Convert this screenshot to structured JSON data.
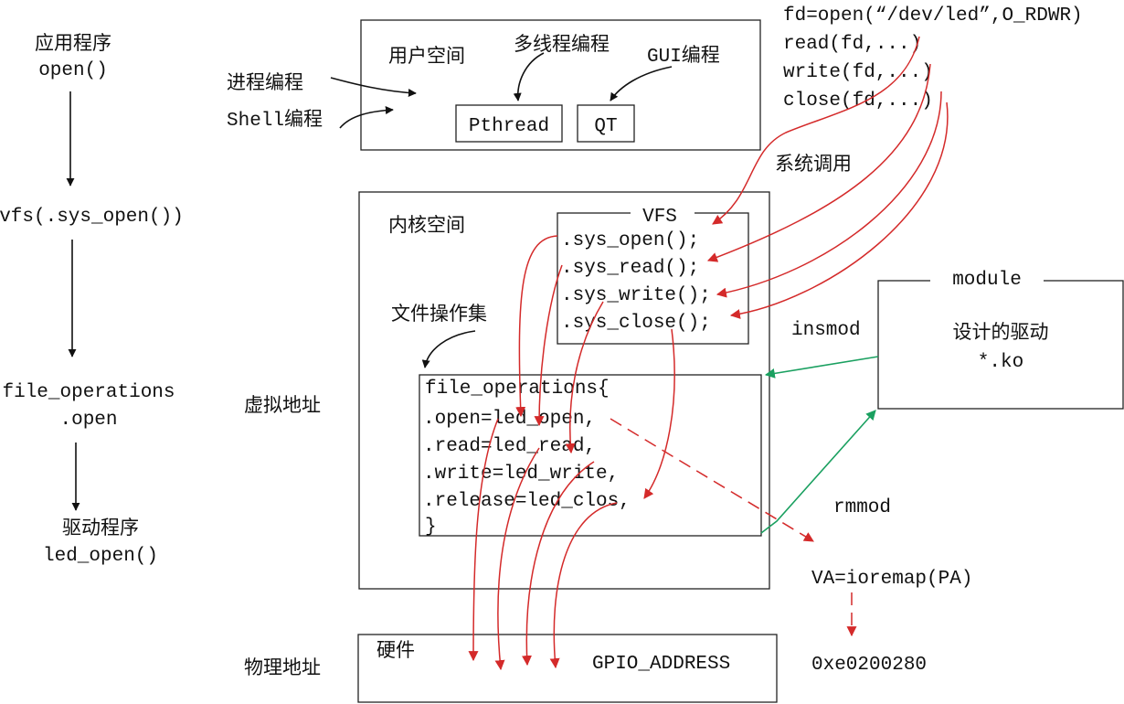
{
  "flow": {
    "app": "应用程序",
    "app_call": "open()",
    "vfs": "vfs(.sys_open())",
    "fops": "file_operations",
    "fops_member": ".open",
    "driver": "驱动程序",
    "driver_call": "led_open()"
  },
  "user_space": {
    "title": "用户空间",
    "multithread": "多线程编程",
    "gui": "GUI编程",
    "process": "进程编程",
    "shell": "Shell编程",
    "pthread": "Pthread",
    "qt": "QT"
  },
  "syscalls": {
    "open": "fd=open(“/dev/led”,O_RDWR)",
    "read": "read(fd,...)",
    "write": "write(fd,...)",
    "close": "close(fd,...)",
    "label": "系统调用"
  },
  "kernel": {
    "title": "内核空间",
    "vfs_title": "VFS",
    "sys_open": ".sys_open();",
    "sys_read": ".sys_read();",
    "sys_write": ".sys_write();",
    "sys_close": ".sys_close();",
    "fops_label": "文件操作集",
    "fops_lines": [
      "file_operations{",
      ".open=led_open,",
      ".read=led_read,",
      ".write=led_write,",
      ".release=led_clos,",
      "}"
    ]
  },
  "module": {
    "title": "module",
    "desc": "设计的驱动",
    "file": "*.ko",
    "insmod": "insmod",
    "rmmod": "rmmod"
  },
  "addresses": {
    "virtual": "虚拟地址",
    "physical": "物理地址",
    "ioremap": "VA=ioremap(PA)",
    "value": "0xe0200280"
  },
  "hardware": {
    "title": "硬件",
    "gpio": "GPIO_ADDRESS"
  },
  "colors": {
    "red_arrow": "#d42a2a",
    "green_arrow": "#1aa060",
    "ink": "#111111"
  }
}
